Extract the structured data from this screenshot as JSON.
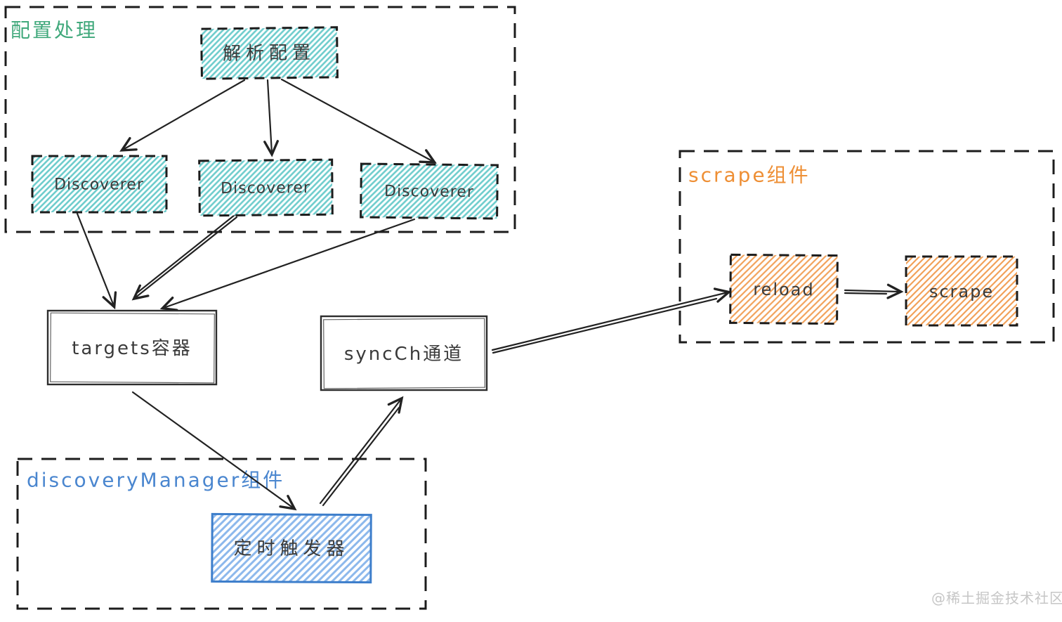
{
  "watermark": {
    "text": "@稀土掘金技术社区",
    "color": "#c6c6c6"
  },
  "colors": {
    "stroke": "#1c1c1c",
    "teal_hatch": "#6fcdcd",
    "orange_hatch": "#f2a159",
    "blue_hatch": "#8cb8ec",
    "blue_border": "#3d7ecb",
    "green_label": "#41a97c",
    "orange_label": "#ee8f35",
    "blue_label": "#4a86cf"
  },
  "groups": [
    {
      "id": "config",
      "label": "配置处理",
      "color": "#41a97c"
    },
    {
      "id": "scrape-component",
      "label": "scrape组件",
      "color": "#ee8f35"
    },
    {
      "id": "discovery-manager",
      "label": "discoveryManager组件",
      "color": "#4a86cf"
    }
  ],
  "nodes": [
    {
      "id": "parse-config",
      "label": "解析配置",
      "group": "config",
      "style": "teal-hatch-dashed"
    },
    {
      "id": "discoverer-1",
      "label": "Discoverer",
      "group": "config",
      "style": "teal-hatch-dashed"
    },
    {
      "id": "discoverer-2",
      "label": "Discoverer",
      "group": "config",
      "style": "teal-hatch-dashed"
    },
    {
      "id": "discoverer-3",
      "label": "Discoverer",
      "group": "config",
      "style": "teal-hatch-dashed"
    },
    {
      "id": "targets-container",
      "label": "targets容器",
      "group": null,
      "style": "plain-solid"
    },
    {
      "id": "syncch-channel",
      "label": "syncCh通道",
      "group": null,
      "style": "plain-solid"
    },
    {
      "id": "reload",
      "label": "reload",
      "group": "scrape-component",
      "style": "orange-hatch-dashed"
    },
    {
      "id": "scrape",
      "label": "scrape",
      "group": "scrape-component",
      "style": "orange-hatch-dashed"
    },
    {
      "id": "timer-trigger",
      "label": "定时触发器",
      "group": "discovery-manager",
      "style": "blue-hatch-solid"
    }
  ],
  "edges": [
    {
      "from": "parse-config",
      "to": "discoverer-1"
    },
    {
      "from": "parse-config",
      "to": "discoverer-2"
    },
    {
      "from": "parse-config",
      "to": "discoverer-3"
    },
    {
      "from": "discoverer-1",
      "to": "targets-container"
    },
    {
      "from": "discoverer-2",
      "to": "targets-container"
    },
    {
      "from": "discoverer-3",
      "to": "targets-container"
    },
    {
      "from": "targets-container",
      "to": "timer-trigger"
    },
    {
      "from": "timer-trigger",
      "to": "syncch-channel"
    },
    {
      "from": "syncch-channel",
      "to": "reload"
    },
    {
      "from": "reload",
      "to": "scrape"
    }
  ]
}
